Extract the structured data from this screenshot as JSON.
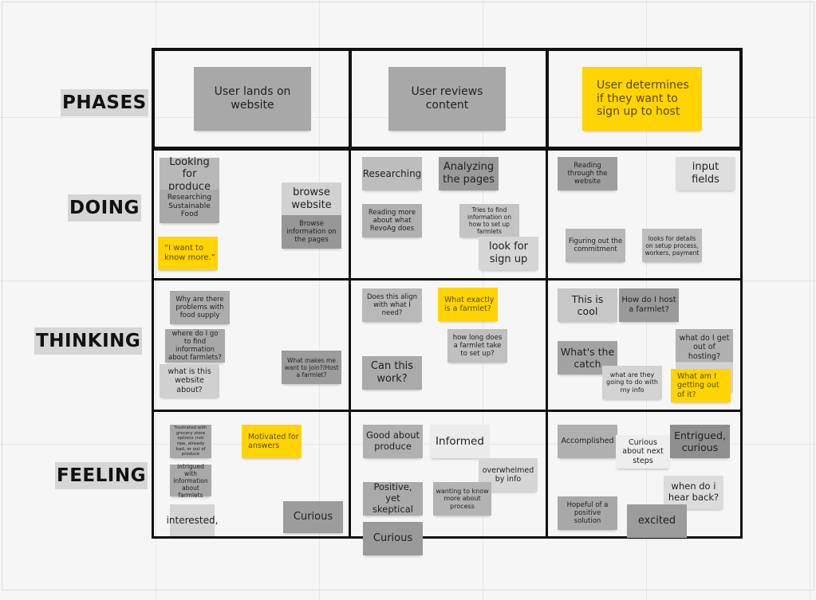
{
  "row_labels": [
    "PHASES",
    "DOING",
    "THINKING",
    "FEELING"
  ],
  "phases": [
    "User lands on website",
    "User reviews content",
    "User determines if they want to sign up to host"
  ],
  "doing": [
    "Looking for produce",
    "Researching Sustainable Food",
    "“I want to know more.”",
    "browse website",
    "Browse information on the pages",
    "Researching",
    "Analyzing the pages",
    "Reading more about what RevoAg does",
    "Tries to find information on how to set up farmlets",
    "look for sign up",
    "Reading through the website",
    "input fields",
    "Figuring out the commitment",
    "looks for details on setup process, workers, payment"
  ],
  "thinking": [
    "Why are there problems with food supply",
    "where do I go to find information about farmlets?",
    "what is this website about?",
    "What makes me want to join?/Host a farmlet?",
    "Does this align with what I need?",
    "What exactly is a farmlet?",
    "how long does a farmlet take to set up?",
    "Can this work?",
    "This is cool",
    "How do I host a farmlet?",
    "What's the catch",
    "what do I get out of hosting?",
    "what are they going to do with my info",
    "What am I getting out of it?"
  ],
  "feeling": [
    "frustrated with grocery store options (not ripe, already bad, or out of produce",
    "Motivated for answers",
    "intrigued with information about farmlets",
    "interested,",
    "Curious",
    "Good about produce",
    "Informed",
    "overwhelmed by info",
    "Positive, yet skeptical",
    "wanting to know more about process",
    "Curious",
    "Accomplished",
    "Entrigued, curious",
    "Curious about next steps",
    "when do i hear back?",
    "Hopeful of a positive solution",
    "excited"
  ],
  "colors": {
    "highlight": "#ffd400",
    "note": "#b5b5b5",
    "border": "#111111"
  }
}
